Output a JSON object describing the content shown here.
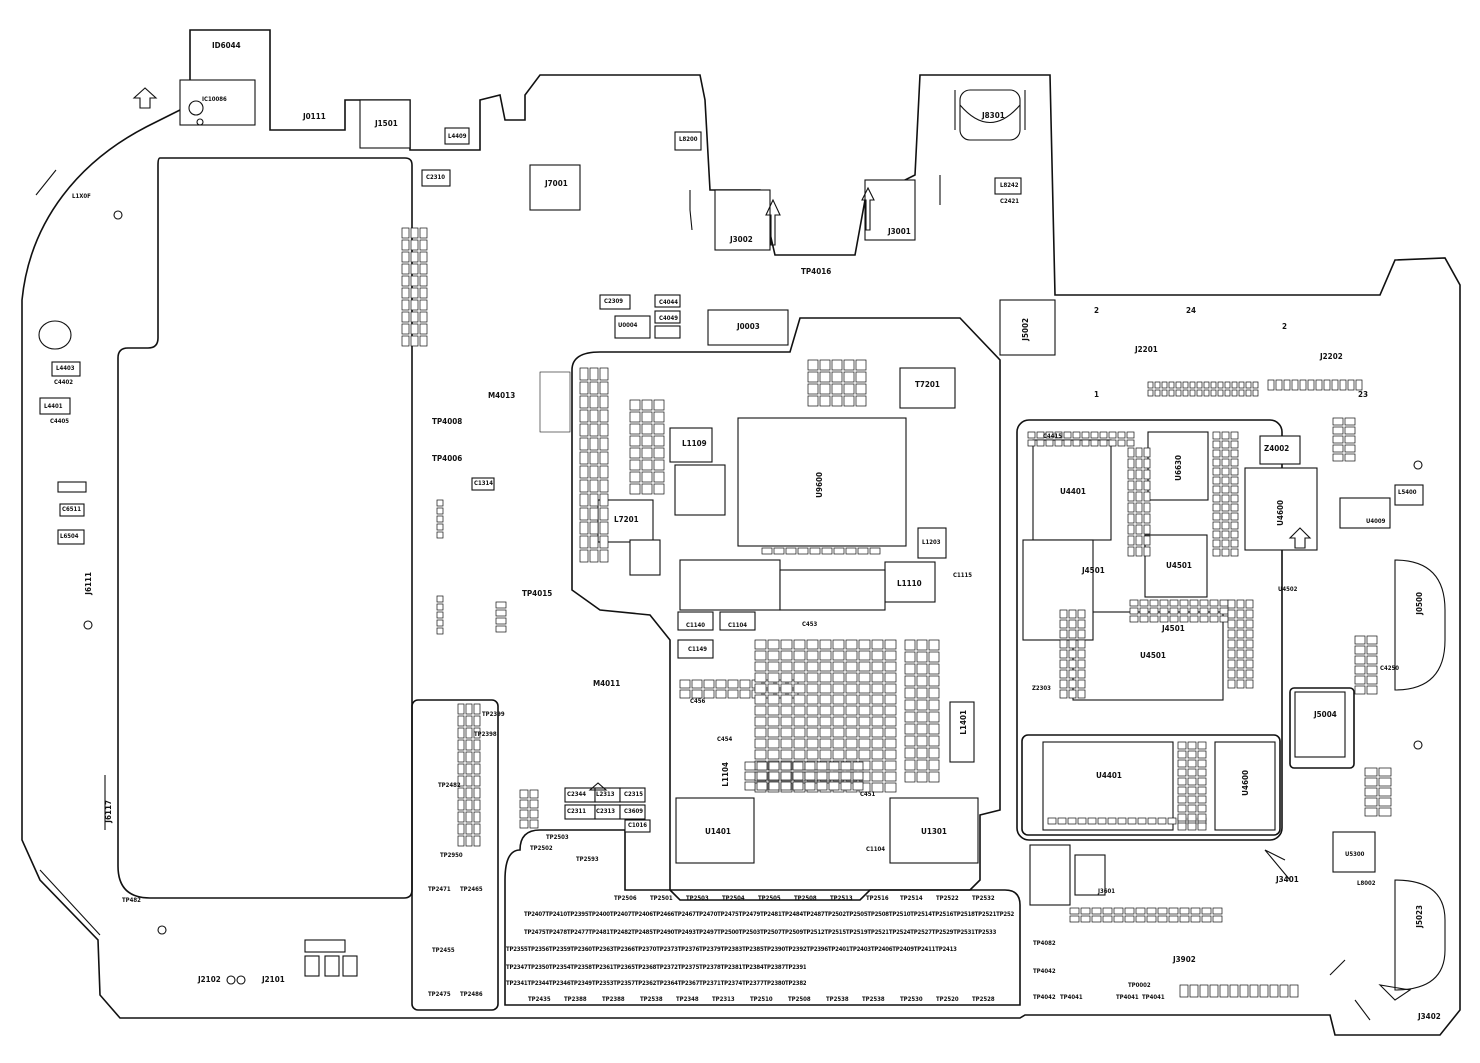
{
  "labels": {
    "ID6044": "ID6044",
    "IC10086": "IC10086",
    "J0111": "J0111",
    "J1501": "J1501",
    "L4409": "L4409",
    "C2310": "C2310",
    "J7001": "J7001",
    "L8200": "L8200",
    "J8301": "J8301",
    "L8242": "L8242",
    "C2421": "C2421",
    "J3002": "J3002",
    "J3001": "J3001",
    "TP4016": "TP4016",
    "L1X0F": "L1X0F",
    "C2309": "C2309",
    "C4044": "C4044",
    "C4049": "C4049",
    "U0004": "U0004",
    "J0003": "J0003",
    "J5002": "J5002",
    "J2201": "J2201",
    "J2202": "J2202",
    "n2a": "2",
    "n24": "24",
    "n2b": "2",
    "n1": "1",
    "n23": "23",
    "L4403": "L4403",
    "C4402": "C4402",
    "L4401": "L4401",
    "C4405": "C4405",
    "C6511": "C6511",
    "L6504": "L6504",
    "J6111": "J6111",
    "J6117": "J6117",
    "M4013": "M4013",
    "TP4008": "TP4008",
    "TP4006": "TP4006",
    "C1314": "C1314",
    "TP4015": "TP4015",
    "M4011": "M4011",
    "L1109": "L1109",
    "L7201": "L7201",
    "U9600": "U9600",
    "T7201": "T7201",
    "L1203": "L1203",
    "L1110": "L1110",
    "C1115": "C1115",
    "C1140": "C1140",
    "C1104": "C1104",
    "C1149": "C1149",
    "C456": "C456",
    "C454": "C454",
    "L1104": "L1104",
    "U1401": "U1401",
    "U1301": "U1301",
    "C453": "C453",
    "C451": "C451",
    "C1104b": "C1104",
    "L1401": "L1401",
    "C4415": "C4415",
    "Z4002": "Z4002",
    "U4401": "U4401",
    "U6630": "U6630",
    "U4600": "U4600",
    "J4501": "J4501",
    "U4501": "U4501",
    "U4502": "U4502",
    "J4501b": "J4501",
    "U4501b": "U4501",
    "L5400": "L5400",
    "U4009": "U4009",
    "J0500": "J0500",
    "J5004": "J5004",
    "C4250": "C4250",
    "U4401b": "U4401",
    "U4600b": "U4600",
    "Z2303": "Z2303",
    "U5300": "U5300",
    "L8002": "L8002",
    "J3401": "J3401",
    "J3601": "J3601",
    "J3902": "J3902",
    "J3402": "J3402",
    "J5023": "J5023",
    "TP4082": "TP4082",
    "TP4042": "TP4042",
    "TP4042b": "TP4042",
    "TP4041": "TP4041",
    "TP4041b": "TP4041",
    "TP4041c": "TP4041",
    "TP0002": "TP0002",
    "J2102": "J2102",
    "J2101": "J2101",
    "TP482": "TP482",
    "C2344": "C2344",
    "L2313": "L2313",
    "C2315": "C2315",
    "C2311": "C2311",
    "C2313": "C2313",
    "C3609": "C3609",
    "C1016": "C1016",
    "TP2399": "TP2399",
    "TP2398": "TP2398",
    "TP2482": "TP2482",
    "TP2950": "TP2950",
    "TP2471": "TP2471",
    "TP2465": "TP2465",
    "TP2455": "TP2455",
    "TP2475": "TP2475",
    "TP2486": "TP2486",
    "TP2503": "TP2503",
    "TP2502": "TP2502",
    "TP2593": "TP2593",
    "TP2506": "TP2506",
    "TP2501": "TP2501",
    "TP2504": "TP2504",
    "TP2505": "TP2505",
    "TP2508": "TP2508",
    "TP2513": "TP2513",
    "TP2516": "TP2516",
    "TP2514": "TP2514",
    "TP2522": "TP2522",
    "TP2532": "TP2532",
    "TP2435": "TP2435",
    "TP2388": "TP2388",
    "TP2538": "TP2538",
    "TP2348": "TP2348",
    "TP2313": "TP2313",
    "TP2510": "TP2510",
    "TP2530": "TP2530",
    "TP2520": "TP2520",
    "TP2528": "TP2528"
  },
  "tp_rows": {
    "r1": "TP2407TP2410TP2395TP2400TP2407TP2406TP2466TP2467TP2470TP2475TP2479TP2481TP2484TP2487TP2502TP2505TP2508TP2510TP2514TP2516TP2518TP2521TP2524TP2528",
    "r2": "TP2475TP2478TP2477TP2481TP2482TP2485TP2490TP2493TP2497TP2500TP2503TP2507TP2509TP2512TP2515TP2519TP2521TP2524TP2527TP2529TP2531TP2533",
    "r3": "TP2355TP2356TP2359TP2360TP2363TP2366TP2370TP2373TP2376TP2379TP2383TP2385TP2390TP2392TP2396TP2401TP2403TP2406TP2409TP2411TP2413",
    "r4": "TP2347TP2350TP2354TP2358TP2361TP2365TP2368TP2372TP2375TP2378TP2381TP2384TP2387TP2391TP2394",
    "r5": "TP2341TP2344TP2346TP2349TP2353TP2357TP2362TP2364TP2367TP2371TP2374TP2377TP2380TP2382"
  }
}
